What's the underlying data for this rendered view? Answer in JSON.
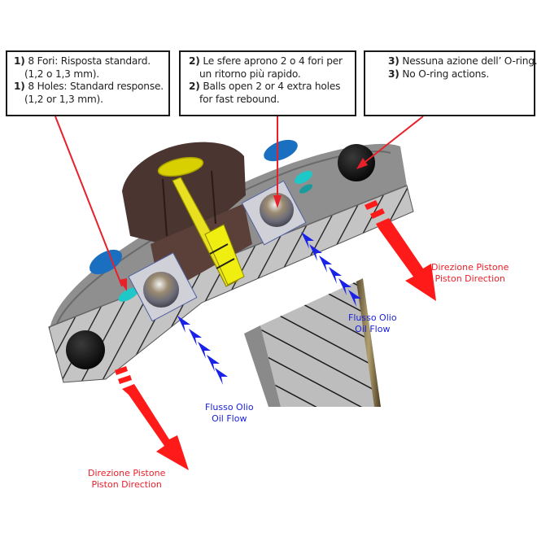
{
  "callouts": [
    {
      "number": "1)",
      "lines_it": [
        "8 Fori: Risposta standard.",
        "(1,2 o 1,3 mm)."
      ],
      "lines_en": [
        "8 Holes: Standard response.",
        "(1,2 or 1,3 mm)."
      ]
    },
    {
      "number": "2)",
      "lines_it": [
        "Le sfere aprono 2 o 4 fori per",
        "un ritorno più rapido."
      ],
      "lines_en": [
        "Balls open 2 or 4 extra holes",
        "for fast rebound."
      ]
    },
    {
      "number": "3)",
      "lines_it": [
        "Nessuna azione dell’ O-ring."
      ],
      "lines_en": [
        "No O-ring actions."
      ]
    }
  ],
  "labels": {
    "piston_direction_right": {
      "it": "Direzione Pistone",
      "en": "Piston Direction"
    },
    "oil_flow_right": {
      "it": "Flusso Olio",
      "en": "Oil Flow"
    },
    "oil_flow_left": {
      "it": "Flusso Olio",
      "en": "Oil Flow"
    },
    "piston_direction_left": {
      "it": "Direzione Pistone",
      "en": "Piston Direction"
    }
  },
  "colors": {
    "pointer": "#e8202a",
    "oil_flow": "#1a22d8",
    "piston_body": "#b8b8b8",
    "hatch": "#1a1a1a",
    "valve_block": "#4a3530",
    "channel": "#e0e000",
    "port": "#1a6fc0",
    "port_accent": "#1fc8c8",
    "oring": "#0e0e0e"
  }
}
